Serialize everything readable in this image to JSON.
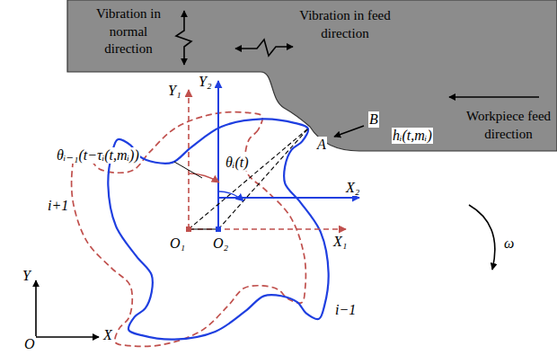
{
  "diagram": {
    "nodes": [
      {
        "text": [
          "Vibration in normal direction",
          "Vibration in feed direction",
          "Workpiece feed direction"
        ]
      }
    ],
    "labels": [
      "Y",
      "X",
      "O",
      "Y₁",
      "Y₂",
      "X₁",
      "X₂",
      "O₁",
      "O₂",
      "θᵢ(t)",
      "θᵢ₋₁(t−τᵢ(t,mᵢ))",
      "A",
      "B",
      "hᵢ(t,mᵢ)",
      "i+1",
      "i−1",
      "ω"
    ]
  }
}
